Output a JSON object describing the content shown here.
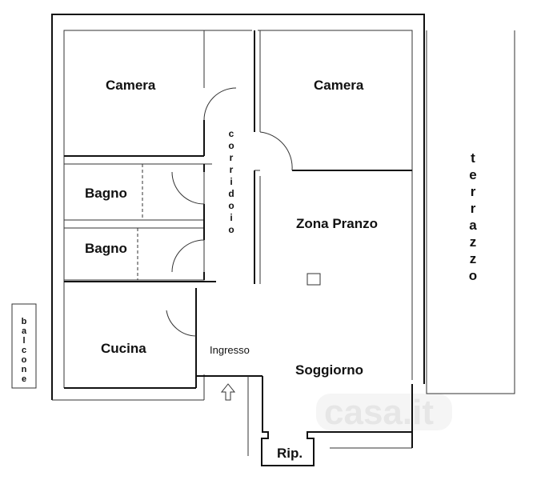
{
  "rooms": {
    "camera_left": "Camera",
    "camera_right": "Camera",
    "bagno_1": "Bagno",
    "bagno_2": "Bagno",
    "cucina": "Cucina",
    "zona_pranzo": "Zona Pranzo",
    "soggiorno": "Soggiorno",
    "ingresso": "Ingresso",
    "ripostiglio": "Rip.",
    "corridoio": "corridoio",
    "terrazzo": "terrazzo",
    "balcone": "balcone"
  },
  "watermark": "casa.it"
}
